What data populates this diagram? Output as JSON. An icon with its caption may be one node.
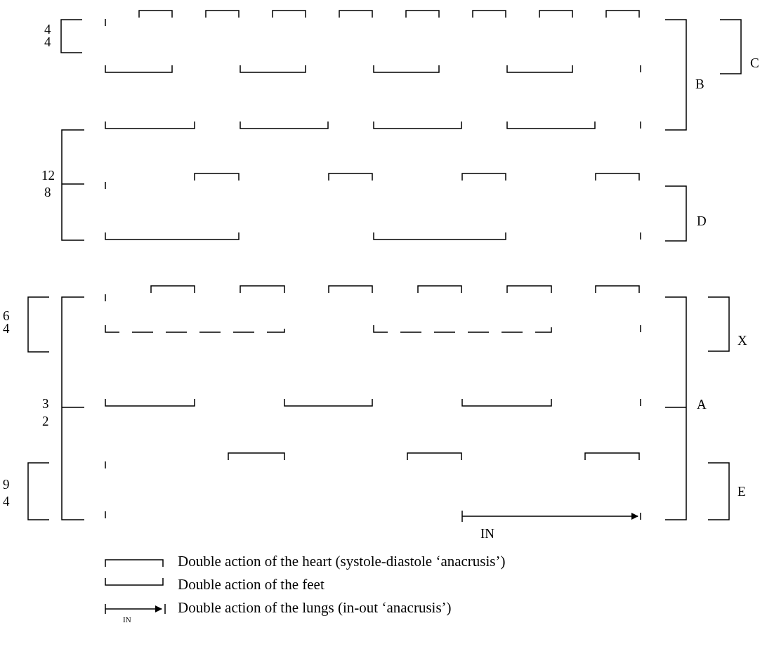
{
  "diagram": {
    "labels": [
      "4",
      "4",
      "C",
      "B",
      "12",
      "8",
      "D",
      "6",
      "4",
      "X",
      "3",
      "2",
      "A",
      "9",
      "4",
      "E",
      "IN",
      "IN"
    ],
    "legend": [
      {
        "text": "Double action of the heart (systole-diastole ‘anacrusis’)"
      },
      {
        "text": "Double action of the feet"
      },
      {
        "text": "Double action of the lungs (in-out ‘anacrusis’)"
      }
    ]
  }
}
